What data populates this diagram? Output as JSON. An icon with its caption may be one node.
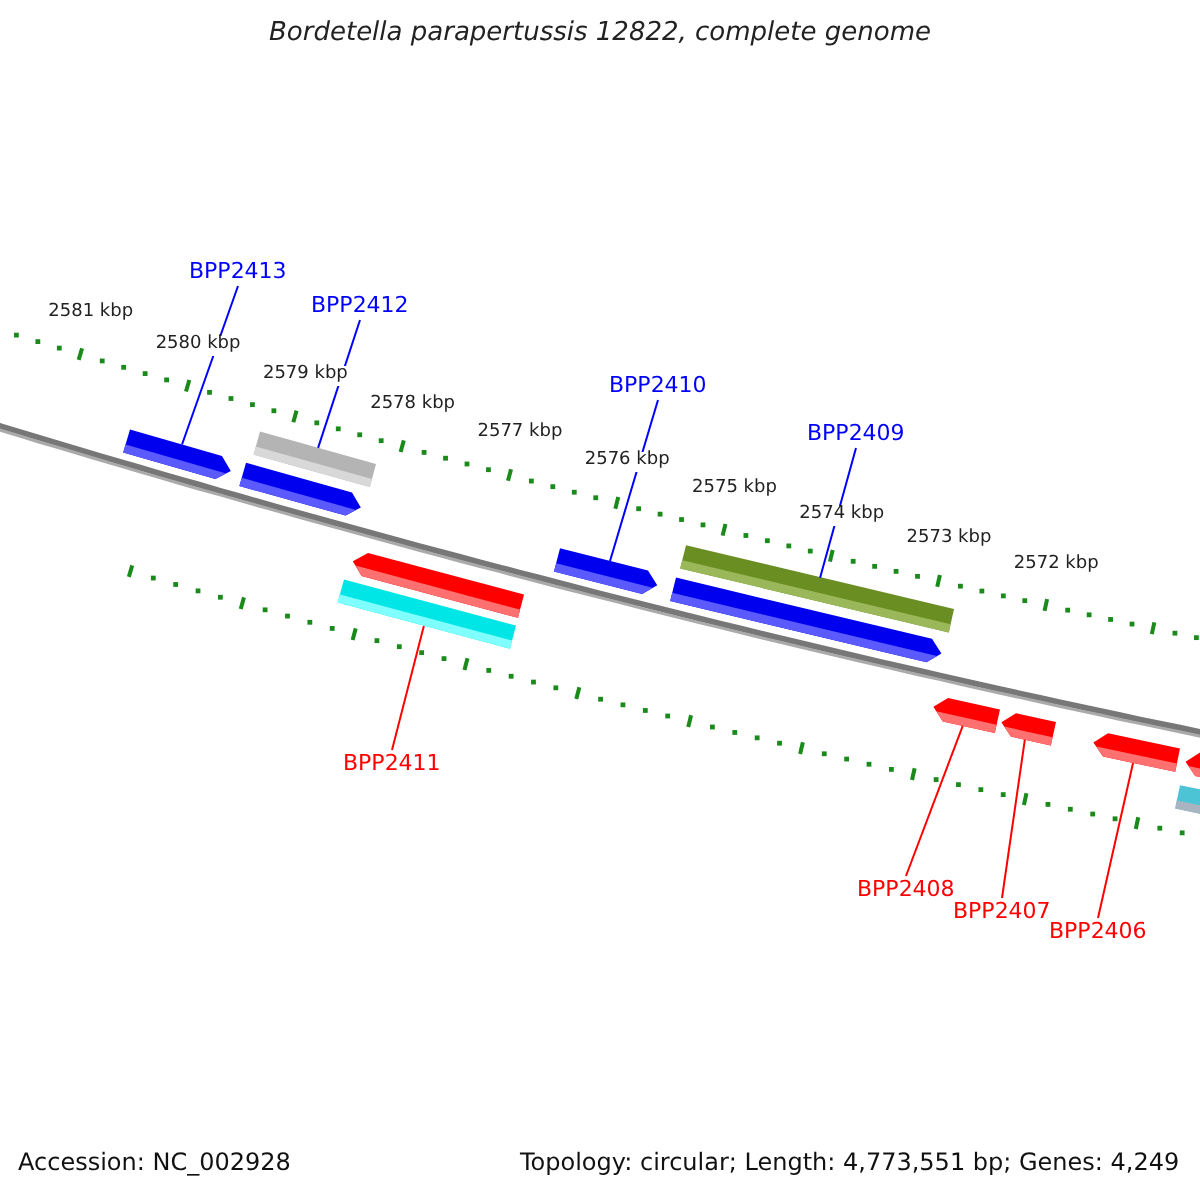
{
  "diagram": {
    "title": "Bordetella parapertussis 12822, complete genome",
    "nodes": [
      {
        "text": [
          "BPP2413"
        ]
      },
      {
        "text": [
          "BPP2412"
        ]
      },
      {
        "text": [
          "BPP2410"
        ]
      },
      {
        "text": [
          "BPP2409"
        ]
      },
      {
        "text": [],
        "shape": "arrow"
      },
      {
        "text": [],
        "shape": "bar"
      },
      {
        "text": [],
        "shape": "arrow"
      },
      {
        "text": [],
        "shape": "arrow"
      },
      {
        "text": [],
        "shape": "bar"
      },
      {
        "text": [],
        "shape": "arrow"
      },
      {
        "text": [],
        "shape": "bar"
      },
      {
        "text": [],
        "shape": "arrow"
      },
      {
        "text": [],
        "shape": "arrow"
      },
      {
        "text": [],
        "shape": "arrow"
      },
      {
        "text": [],
        "shape": "arrow"
      },
      {
        "text": [],
        "shape": "arrow"
      },
      {
        "text": [],
        "shape": "bar"
      },
      {
        "text": [
          "BPP2411"
        ]
      },
      {
        "text": [
          "BPP2408"
        ]
      },
      {
        "text": [
          "BPP2407"
        ]
      },
      {
        "text": [
          "BPP2406"
        ]
      }
    ],
    "edges": [
      {
        "from": 0,
        "to": 4,
        "arrow": "none"
      },
      {
        "from": 1,
        "to": 5,
        "arrow": "none"
      },
      {
        "from": 2,
        "to": 9,
        "arrow": "none"
      },
      {
        "from": 3,
        "to": 10,
        "arrow": "none"
      },
      {
        "from": 17,
        "to": 8,
        "arrow": "none",
        "color": "#ff0000"
      },
      {
        "from": 18,
        "to": 12,
        "arrow": "none",
        "color": "#ff0000"
      },
      {
        "from": 19,
        "to": 13,
        "arrow": "none",
        "color": "#ff0000"
      },
      {
        "from": 20,
        "to": 14,
        "arrow": "none",
        "color": "#ff0000"
      }
    ],
    "labels": [
      "2581 kbp",
      "2580 kbp",
      "2579 kbp",
      "2578 kbp",
      "2577 kbp",
      "2576 kbp",
      "2575 kbp",
      "2574 kbp",
      "2573 kbp",
      "2572 kbp",
      "Accession: NC_002928",
      "Topology: circular; Length: 4,773,551 bp; Genes: 4,249"
    ]
  }
}
